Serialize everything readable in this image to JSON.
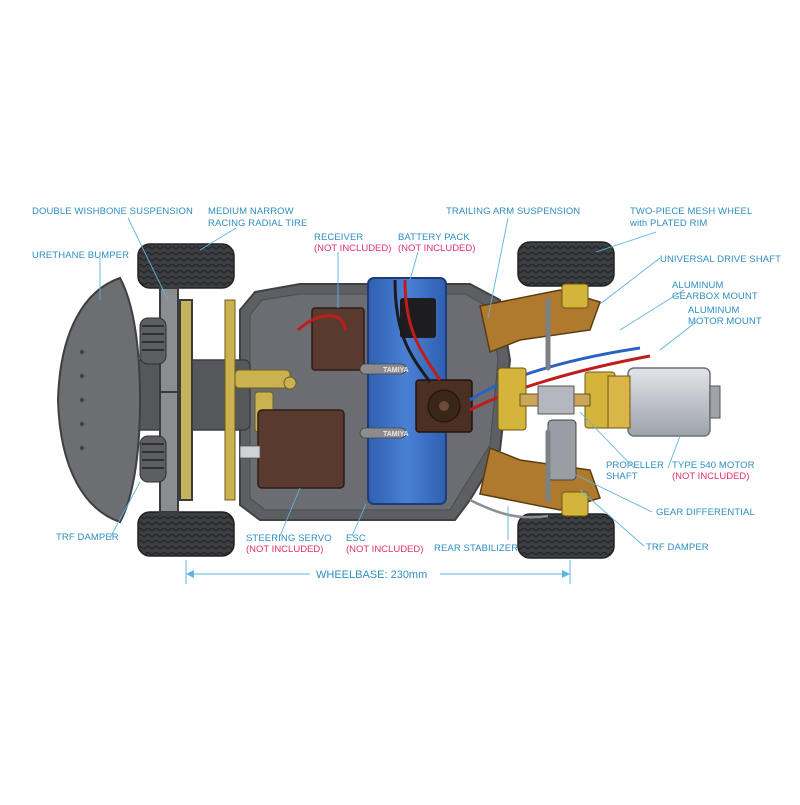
{
  "colors": {
    "label": "#2e8fc0",
    "not_included": "#e0306a",
    "leader": "#5fb3dd",
    "chassis": "#5d5f63",
    "tire": "#3c3e41",
    "battery": "#3b6fc4",
    "aluminum_gold": "#c8a640",
    "motor_can": "#c9ccd1"
  },
  "labels": {
    "double_wishbone": "DOUBLE WISHBONE SUSPENSION",
    "medium_narrow_1": "MEDIUM NARROW",
    "medium_narrow_2": "RACING RADIAL TIRE",
    "urethane_bumper": "URETHANE BUMPER",
    "receiver": "RECEIVER",
    "receiver_ni": "(NOT INCLUDED)",
    "battery_pack": "BATTERY PACK",
    "battery_pack_ni": "(NOT INCLUDED)",
    "trailing_arm": "TRAILING ARM SUSPENSION",
    "two_piece_1": "TWO-PIECE MESH WHEEL",
    "two_piece_2": "with PLATED RIM",
    "universal_drive": "UNIVERSAL DRIVE SHAFT",
    "gearbox_mount_1": "ALUMINUM",
    "gearbox_mount_2": "GEARBOX MOUNT",
    "motor_mount_1": "ALUMINUM",
    "motor_mount_2": "MOTOR MOUNT",
    "propeller_1": "PROPELLER",
    "propeller_2": "SHAFT",
    "type540": "TYPE 540 MOTOR",
    "type540_ni": "(NOT INCLUDED)",
    "gear_diff": "GEAR DIFFERENTIAL",
    "trf_damper_left": "TRF DAMPER",
    "trf_damper_right": "TRF DAMPER",
    "steering_servo": "STEERING SERVO",
    "steering_servo_ni": "(NOT INCLUDED)",
    "esc": "ESC",
    "esc_ni": "(NOT INCLUDED)",
    "rear_stabilizer": "REAR STABILIZER",
    "wheelbase": "WHEELBASE: 230mm"
  },
  "battery_brand": "TAMIYA"
}
